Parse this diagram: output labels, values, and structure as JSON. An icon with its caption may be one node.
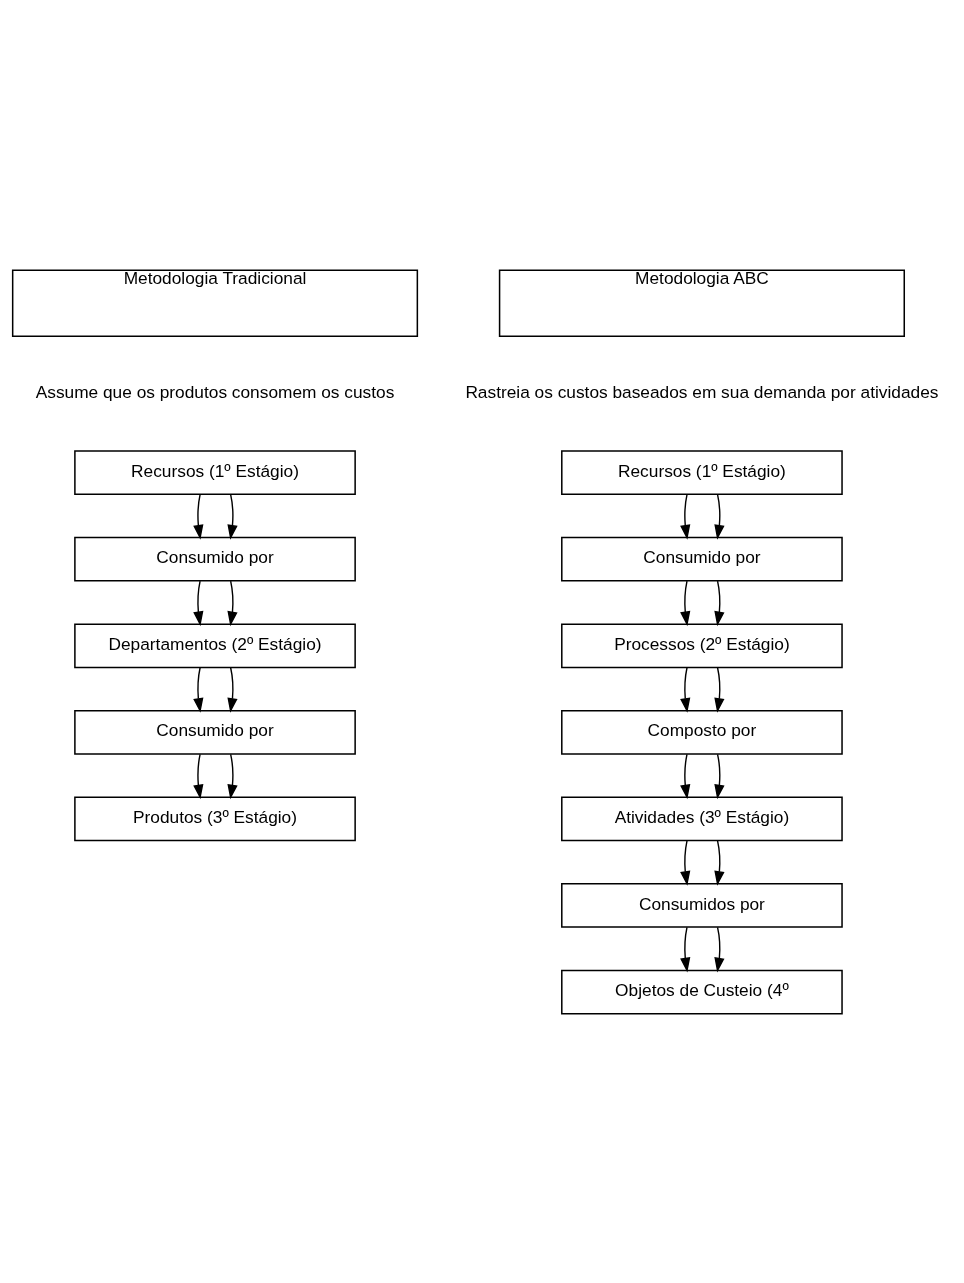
{
  "diagram": {
    "nodes": [
      {
        "text": [
          "Metodologia Tradicional"
        ]
      },
      {
        "text": [
          "Metodologia ABC"
        ]
      },
      {
        "text": [
          "Recursos (1º Estágio)"
        ]
      },
      {
        "text": [
          "Consumido por"
        ]
      },
      {
        "text": [
          "Departamentos (2º Estágio)"
        ]
      },
      {
        "text": [
          "Consumido por"
        ]
      },
      {
        "text": [
          "Produtos (3º Estágio)"
        ]
      },
      {
        "text": [
          "Recursos (1º Estágio)"
        ]
      },
      {
        "text": [
          "Consumido por"
        ]
      },
      {
        "text": [
          "Processos (2º Estágio)"
        ]
      },
      {
        "text": [
          "Composto por"
        ]
      },
      {
        "text": [
          "Atividades (3º Estágio)"
        ]
      },
      {
        "text": [
          "Consumidos por"
        ]
      },
      {
        "text": [
          "Objetos de Custeio (4º"
        ]
      }
    ],
    "edges": [
      {
        "from": 2,
        "to": 3,
        "arrow": "to"
      },
      {
        "from": 2,
        "to": 3,
        "arrow": "to"
      },
      {
        "from": 3,
        "to": 4,
        "arrow": "to"
      },
      {
        "from": 3,
        "to": 4,
        "arrow": "to"
      },
      {
        "from": 4,
        "to": 5,
        "arrow": "to"
      },
      {
        "from": 4,
        "to": 5,
        "arrow": "to"
      },
      {
        "from": 5,
        "to": 6,
        "arrow": "to"
      },
      {
        "from": 5,
        "to": 6,
        "arrow": "to"
      },
      {
        "from": 7,
        "to": 8,
        "arrow": "to"
      },
      {
        "from": 7,
        "to": 8,
        "arrow": "to"
      },
      {
        "from": 8,
        "to": 9,
        "arrow": "to"
      },
      {
        "from": 8,
        "to": 9,
        "arrow": "to"
      },
      {
        "from": 9,
        "to": 10,
        "arrow": "to"
      },
      {
        "from": 9,
        "to": 10,
        "arrow": "to"
      },
      {
        "from": 10,
        "to": 11,
        "arrow": "to"
      },
      {
        "from": 10,
        "to": 11,
        "arrow": "to"
      },
      {
        "from": 11,
        "to": 12,
        "arrow": "to"
      },
      {
        "from": 11,
        "to": 12,
        "arrow": "to"
      },
      {
        "from": 12,
        "to": 13,
        "arrow": "to"
      },
      {
        "from": 12,
        "to": 13,
        "arrow": "to"
      }
    ],
    "labels": [
      "Assume que os produtos consomem os custos",
      "Rastreia os custos baseados em sua demanda por atividades"
    ]
  }
}
